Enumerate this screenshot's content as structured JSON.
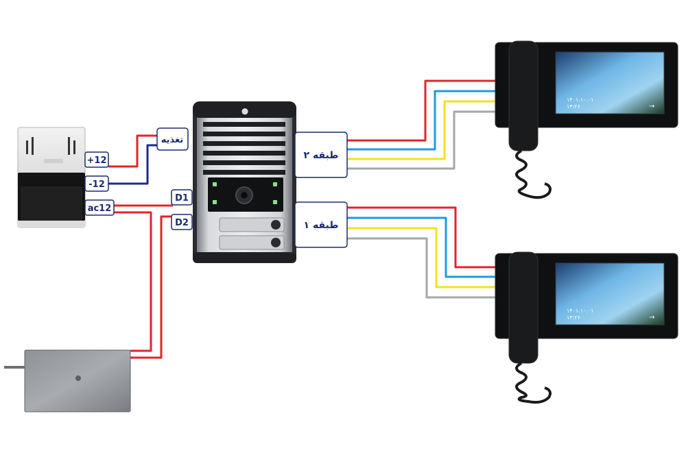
{
  "power_terminals": {
    "plus12": "+12",
    "minus12": "-12",
    "ac12": "ac12"
  },
  "panel_terminals": {
    "supply": "تغذیه",
    "d1": "D1",
    "d2": "D2"
  },
  "floors": {
    "floor2": "طبقه ۲",
    "floor1": "طبقه ۱"
  },
  "monitor": {
    "screen_text": "۱۴۰۱.۱۰.۰۱",
    "time_text": "۱۴:۲۶"
  },
  "wire_colors": {
    "red": "#e3232b",
    "blue": "#1e9be0",
    "yellow": "#f5e21a",
    "gray": "#a6a6a6",
    "navy": "#1c2a8a"
  }
}
